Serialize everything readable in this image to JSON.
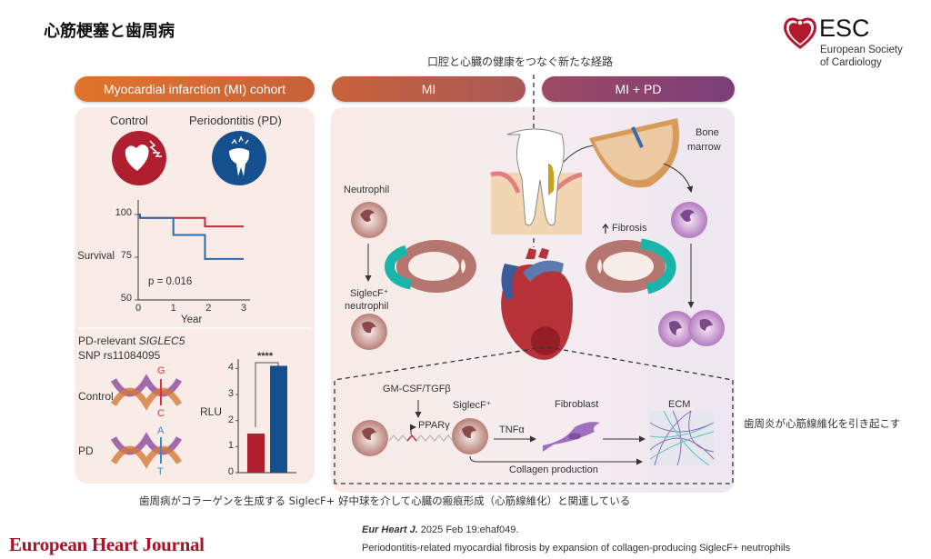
{
  "header": {
    "title": "心筋梗塞と歯周病",
    "subtitle": "口腔と心臓の健康をつなぐ新たな経路",
    "logo": {
      "abbr": "ESC",
      "line1": "European Society",
      "line2": "of Cardiology"
    }
  },
  "left_panel": {
    "header": "Myocardial infarction (MI) cohort",
    "control_label": "Control",
    "pd_label": "Periodontitis (PD)",
    "snp_line1": "PD-relevant ",
    "snp_gene": "SIGLEC5",
    "snp_line2": "SNP rs11084095",
    "dna_control_label": "Control",
    "dna_pd_label": "PD",
    "control_bases": [
      "G",
      "C"
    ],
    "pd_bases": [
      "A",
      "T"
    ]
  },
  "chart_data": [
    {
      "type": "line",
      "title": "",
      "xlabel": "Year",
      "ylabel": "Survival",
      "xlim": [
        0,
        3
      ],
      "ylim": [
        50,
        100
      ],
      "xticks": [
        "0",
        "1",
        "2",
        "3"
      ],
      "yticks": [
        "50",
        "75",
        "100"
      ],
      "annotation": "p = 0.016",
      "series": [
        {
          "name": "Control",
          "color": "#c0283a",
          "x": [
            0,
            0.05,
            0.05,
            1.9,
            1.9,
            3
          ],
          "y": [
            100,
            100,
            98,
            98,
            93,
            93
          ]
        },
        {
          "name": "PD",
          "color": "#2a6aaa",
          "x": [
            0,
            0.05,
            0.05,
            1,
            1,
            1.9,
            1.9,
            3
          ],
          "y": [
            100,
            100,
            98,
            98,
            88,
            88,
            74,
            74
          ]
        }
      ]
    },
    {
      "type": "bar",
      "ylabel": "RLU",
      "ylim": [
        0,
        4.5
      ],
      "yticks": [
        "0",
        "1",
        "2",
        "3",
        "4"
      ],
      "categories": [
        "Control",
        "PD"
      ],
      "values": [
        1.5,
        4.1
      ],
      "colors": [
        "#b01e30",
        "#15508e"
      ],
      "significance": "****"
    }
  ],
  "middle_panel": {
    "mi_header": "MI",
    "mipd_header": "MI + PD",
    "neutrophil": "Neutrophil",
    "siglecf_neutrophil_1": "SiglecF⁺",
    "siglecf_neutrophil_2": "neutrophil",
    "bone_marrow_1": "Bone",
    "bone_marrow_2": "marrow",
    "fibrosis": "Fibrosis",
    "mechanism": {
      "cytokines": "GM-CSF/TGFβ",
      "ppar": "PPARγ",
      "siglecf": "SiglecF⁺",
      "tnf": "TNFα",
      "fibroblast": "Fibroblast",
      "ecm": "ECM",
      "collagen": "Collagen production"
    }
  },
  "side_note": "歯周炎が心筋線維化を引き起こす",
  "caption": "歯周病がコラーゲンを生成する SiglecF+ 好中球を介して心臓の瘢痕形成（心筋線維化）と関連している",
  "footer": {
    "journal": "European Heart Journal",
    "citation_journal": "Eur Heart J.",
    "citation_rest": " 2025 Feb 19:ehaf049.",
    "article_title": "Periodontitis-related myocardial fibrosis by expansion of collagen-producing SiglecF+ neutrophils"
  }
}
